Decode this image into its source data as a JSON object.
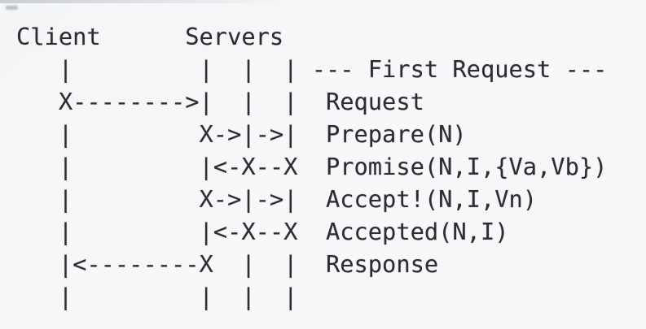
{
  "colors": {
    "background": "#f5f7f9",
    "text": "#2c2d31"
  },
  "diagram": {
    "actors": {
      "client_label": "Client",
      "servers_label": "Servers"
    },
    "section_title": "First Request",
    "section_label": "--- First Request ---",
    "messages": [
      "Request",
      "Prepare(N)",
      "Promise(N,I,{Va,Vb})",
      "Accept!(N,I,Vn)",
      "Accepted(N,I)",
      "Response"
    ],
    "ascii_lines": [
      "Client      Servers",
      "   |         |  |  | --- First Request ---",
      "   X-------->|  |  |  Request",
      "   |         X->|->|  Prepare(N)",
      "   |         |<-X--X  Promise(N,I,{Va,Vb})",
      "   |         X->|->|  Accept!(N,I,Vn)",
      "   |         |<-X--X  Accepted(N,I)",
      "   |<--------X  |  |  Response",
      "   |         |  |  |"
    ]
  }
}
